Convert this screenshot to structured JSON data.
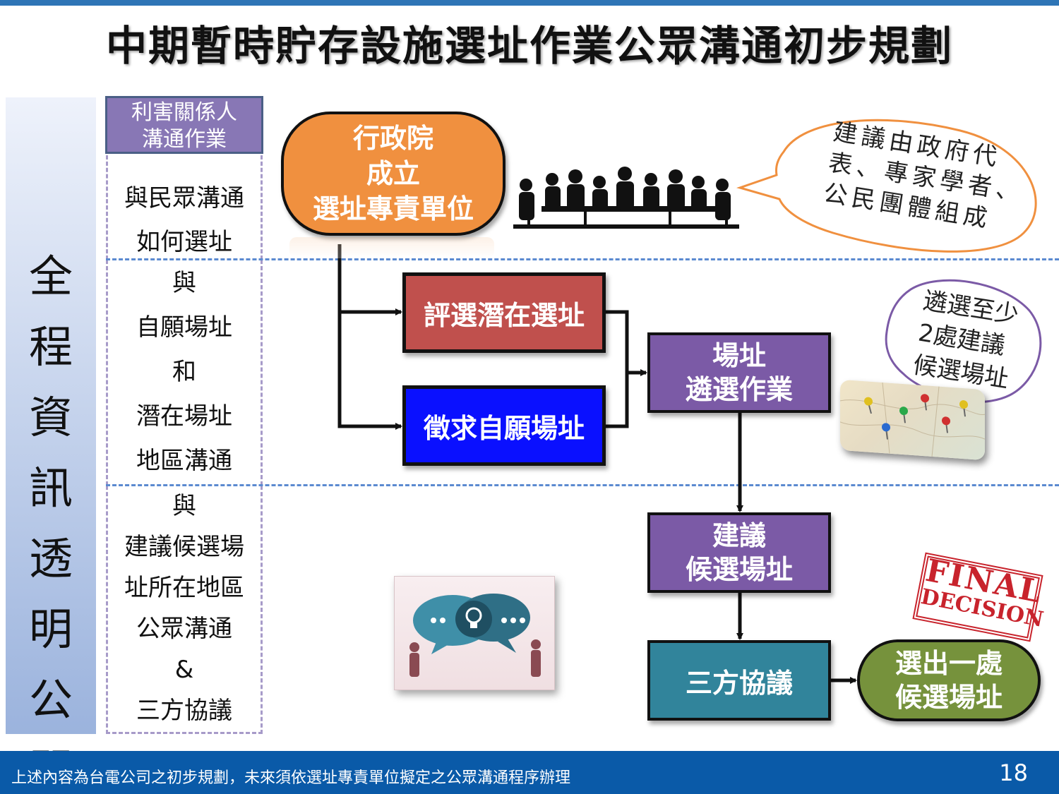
{
  "title": "中期暫時貯存設施選址作業公眾溝通初步規劃",
  "left_band": {
    "label": "全程資訊透明公開"
  },
  "stakeholder": {
    "header": [
      "利害關係人",
      "溝通作業"
    ],
    "col1": [
      "與民眾溝通",
      "如何選址"
    ],
    "col2": [
      "與",
      "自願場址",
      "和",
      "潛在場址",
      "地區溝通"
    ],
    "col3": [
      "與",
      "建議候選場",
      "址所在地區",
      "公眾溝通",
      "&",
      "三方協議"
    ]
  },
  "flow": {
    "executive": [
      "行政院",
      "成立",
      "選址專責單位"
    ],
    "evaluate": "評選潛在選址",
    "solicit": "徵求自願場址",
    "selection": [
      "場址",
      "遴選作業"
    ],
    "recommend": [
      "建議",
      "候選場址"
    ],
    "tripartite": "三方協議",
    "final": [
      "選出一處",
      "候選場址"
    ]
  },
  "callouts": {
    "committee": [
      "建議由政府代",
      "表、專家學者、",
      "公民團體組成"
    ],
    "select_two": [
      "遴選至少",
      "2處建議",
      "候選場址"
    ]
  },
  "stamp": {
    "line1": "FINAL",
    "line2": "DECISION"
  },
  "footer": {
    "note": "上述內容為台電公司之初步規劃，未來須依選址專責單位擬定之公眾溝通程序辦理",
    "page": "18"
  },
  "colors": {
    "accent_blue": "#2e75b6",
    "footer_blue": "#0a5aa8",
    "orange": "#f0903f",
    "red": "#c0504d",
    "blue": "#0a10ff",
    "purple": "#7b5aa6",
    "teal": "#31849b",
    "green": "#76923c"
  }
}
